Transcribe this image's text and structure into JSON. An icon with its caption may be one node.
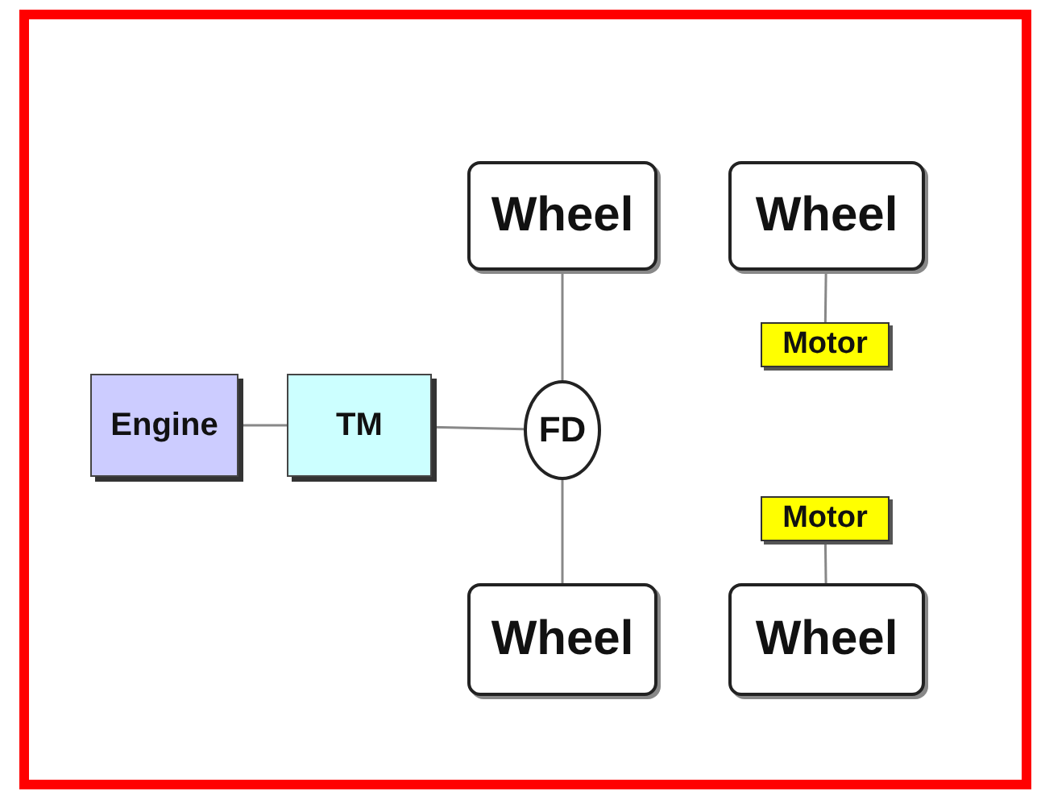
{
  "diagram": {
    "nodes": [
      {
        "text": [
          "Wheel"
        ]
      },
      {
        "text": [
          "Wheel"
        ]
      },
      {
        "text": [
          "Motor"
        ]
      },
      {
        "text": [
          "Engine"
        ]
      },
      {
        "text": [
          "TM"
        ]
      },
      {
        "text": [
          "FD"
        ]
      },
      {
        "text": [
          "Motor"
        ]
      },
      {
        "text": [
          "Wheel"
        ]
      },
      {
        "text": [
          "Wheel"
        ]
      }
    ],
    "edges": [
      {
        "from": 3,
        "to": 4,
        "arrow": "none"
      },
      {
        "from": 4,
        "to": 5,
        "arrow": "none"
      },
      {
        "from": 5,
        "to": 0,
        "arrow": "none"
      },
      {
        "from": 5,
        "to": 7,
        "arrow": "none"
      },
      {
        "from": 1,
        "to": 2,
        "arrow": "none"
      },
      {
        "from": 6,
        "to": 8,
        "arrow": "none"
      }
    ]
  }
}
